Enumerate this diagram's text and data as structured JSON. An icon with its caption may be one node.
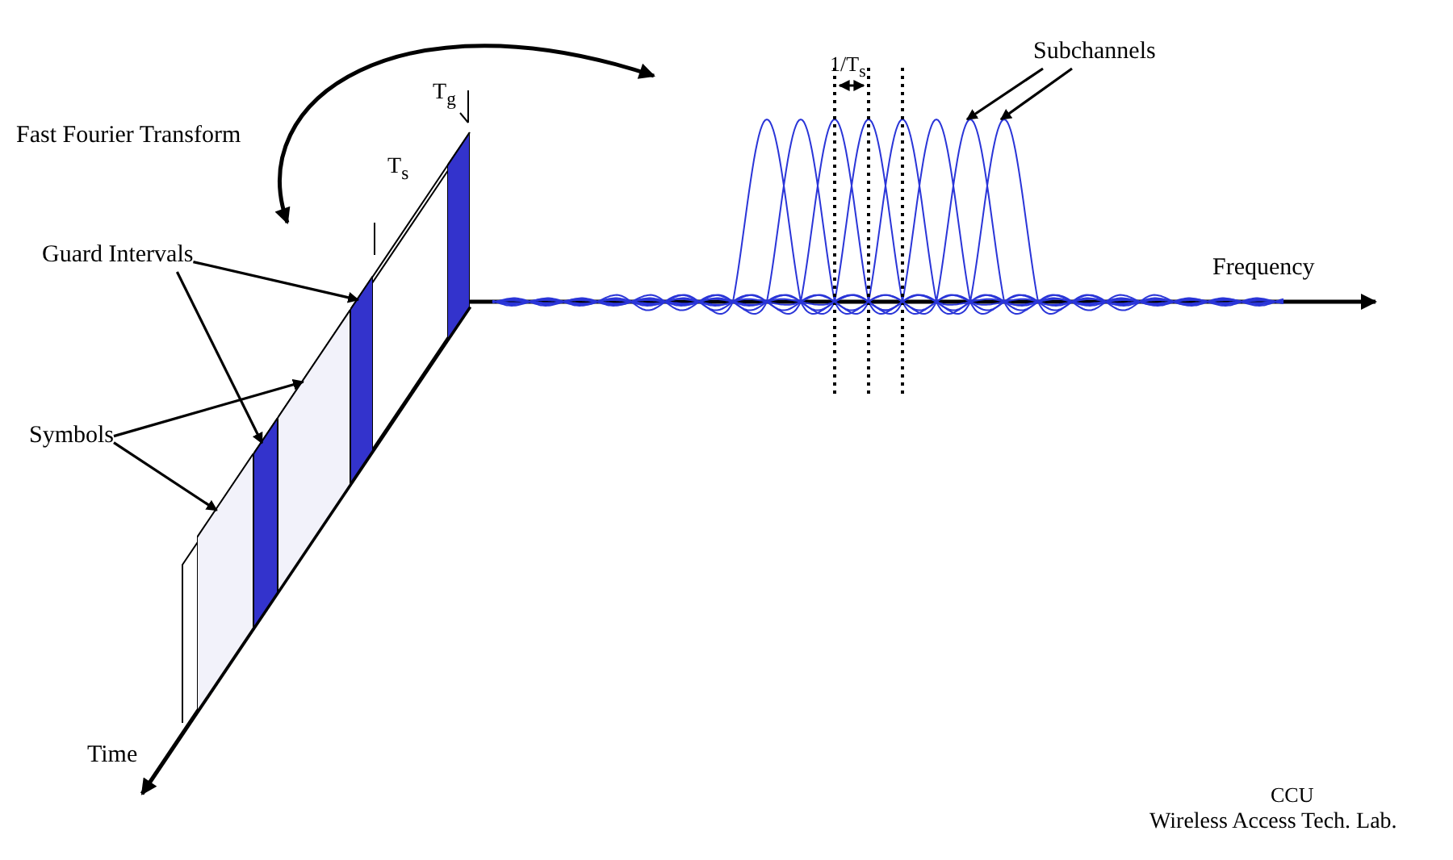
{
  "diagram": {
    "nodes": [
      {
        "text": [
          "Guard Intervals"
        ]
      },
      {
        "text": [
          "Symbols"
        ]
      },
      {
        "text": [
          "Subchannels"
        ]
      },
      {
        "text": [],
        "shape": "box"
      },
      {
        "text": [],
        "shape": "box"
      },
      {
        "text": [],
        "shape": "bar"
      },
      {
        "text": [],
        "shape": "bar"
      },
      {
        "text": [],
        "shape": "bar"
      },
      {
        "text": [],
        "shape": "curve"
      },
      {
        "text": [],
        "shape": "curve"
      }
    ],
    "edges": [
      {
        "from": 0,
        "to": 6,
        "arrow": "to"
      },
      {
        "from": 0,
        "to": 5,
        "arrow": "to"
      },
      {
        "from": 1,
        "to": 4,
        "arrow": "to"
      },
      {
        "from": 1,
        "to": 3,
        "arrow": "to"
      },
      {
        "from": 2,
        "to": 8,
        "arrow": "to"
      },
      {
        "from": 2,
        "to": 9,
        "arrow": "to"
      }
    ],
    "labels": [
      "Fast Fourier Transform",
      "T$_{g}$",
      "T$_{s}$",
      "1/T$_{s}$",
      "Frequency",
      "Time",
      "CCU",
      "Wireless Access Tech. Lab."
    ]
  }
}
